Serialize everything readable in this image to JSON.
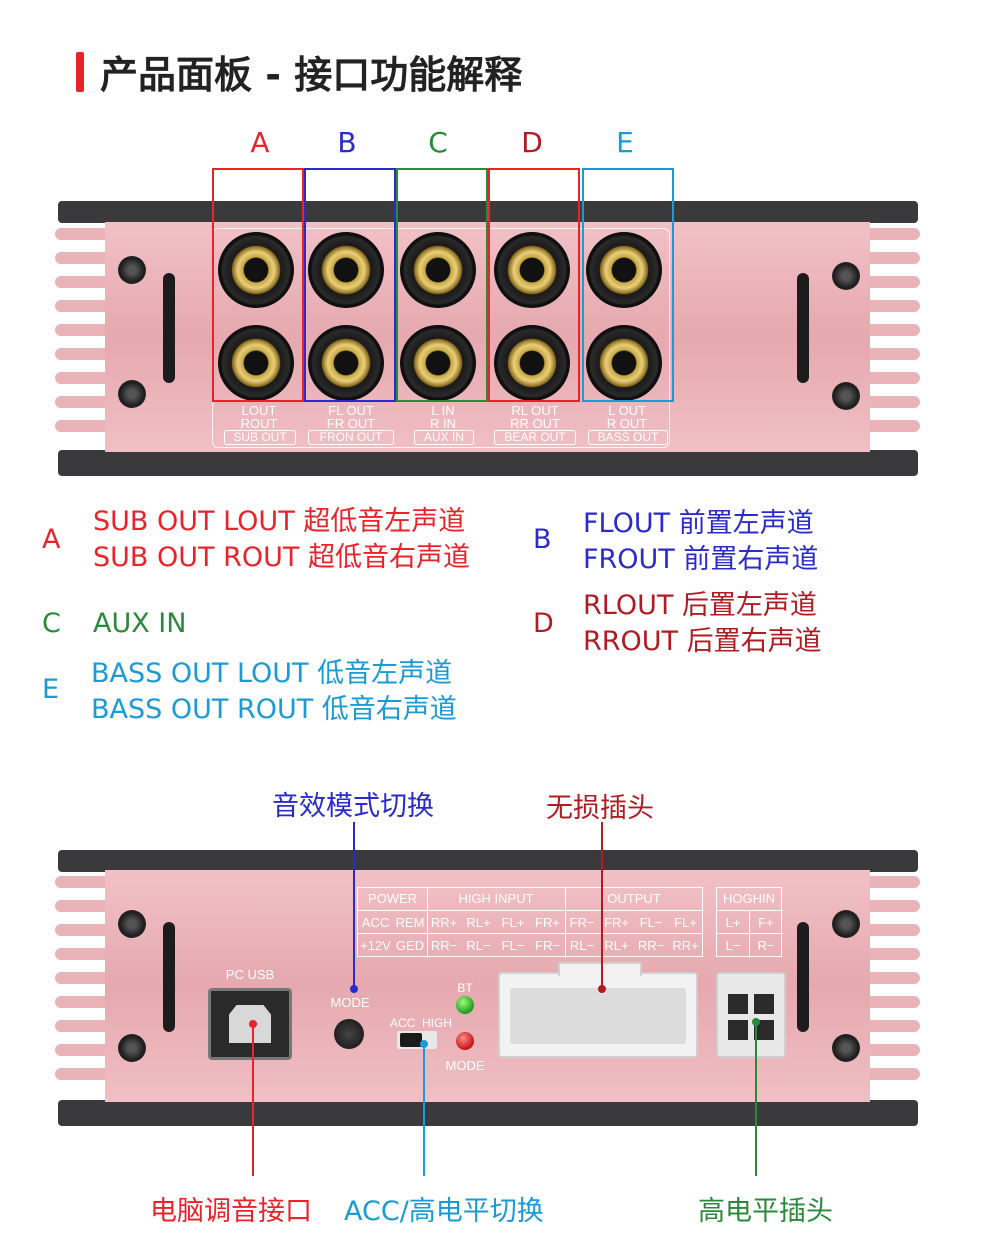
{
  "header": {
    "title": "产品面板 - 接口功能解释"
  },
  "front_panel": {
    "letters": [
      {
        "id": "A",
        "label": "A",
        "color": "#e8232a"
      },
      {
        "id": "B",
        "label": "B",
        "color": "#2b2bcc"
      },
      {
        "id": "C",
        "label": "C",
        "color": "#2a8a3a"
      },
      {
        "id": "D",
        "label": "D",
        "color": "#b01c22"
      },
      {
        "id": "E",
        "label": "E",
        "color": "#1a9ad6"
      }
    ],
    "port_labels": [
      {
        "top": "LOUT",
        "bottom": "ROUT",
        "tag": "SUB OUT"
      },
      {
        "top": "FL OUT",
        "bottom": "FR OUT",
        "tag": "FRON OUT"
      },
      {
        "top": "L IN",
        "bottom": "R IN",
        "tag": "AUX IN"
      },
      {
        "top": "RL OUT",
        "bottom": "RR OUT",
        "tag": "BEAR OUT"
      },
      {
        "top": "L OUT",
        "bottom": "R OUT",
        "tag": "BASS OUT"
      }
    ]
  },
  "legend": {
    "A": {
      "letter": "A",
      "line1": "SUB OUT LOUT 超低音左声道",
      "line2": "SUB OUT ROUT 超低音右声道"
    },
    "B": {
      "letter": "B",
      "line1": "FLOUT  前置左声道",
      "line2": "FROUT  前置右声道"
    },
    "C": {
      "letter": "C",
      "line1": "AUX IN"
    },
    "D": {
      "letter": "D",
      "line1": "RLOUT  后置左声道",
      "line2": "RROUT  后置右声道"
    },
    "E": {
      "letter": "E",
      "line1": "BASS OUT  LOUT 低音左声道",
      "line2": "BASS OUT  ROUT  低音右声道"
    }
  },
  "rear_panel": {
    "callouts": {
      "mode_switch": "音效模式切换",
      "lossless_plug": "无损插头",
      "pc_tuning": "电脑调音接口",
      "acc_high": "ACC/高电平切换",
      "high_level_plug": "高电平插头"
    },
    "labels": {
      "pc_usb": "PC USB",
      "mode": "MODE",
      "acc": "ACC",
      "high": "HIGH",
      "bt": "BT",
      "mode_led": "MODE"
    },
    "table": {
      "headers": [
        {
          "label": "POWER",
          "span": 2
        },
        {
          "label": "HIGH INPUT",
          "span": 4
        },
        {
          "label": "OUTPUT",
          "span": 4
        }
      ],
      "row1": [
        "ACC",
        "REM",
        "RR+",
        "RL+",
        "FL+",
        "FR+",
        "FR−",
        "FR+",
        "FL−",
        "FL+"
      ],
      "row2": [
        "+12V",
        "GED",
        "RR−",
        "RL−",
        "FL−",
        "FR−",
        "RL−",
        "RL+",
        "RR−",
        "RR+"
      ],
      "hoghin_header": "HOGHIN",
      "hoghin_row1": [
        "L+",
        "F+"
      ],
      "hoghin_row2": [
        "L−",
        "R−"
      ]
    }
  },
  "colors": {
    "red": "#e8232a",
    "blue": "#2b2bcc",
    "green": "#2a8a3a",
    "darkred": "#b01c22",
    "cyan": "#1a9ad6"
  }
}
